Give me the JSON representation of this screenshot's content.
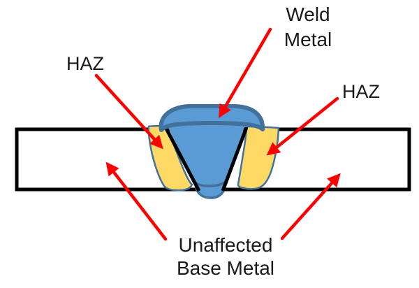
{
  "diagram": {
    "labels": {
      "haz_left": "HAZ",
      "haz_right": "HAZ",
      "weld_metal_line1": "Weld",
      "weld_metal_line2": "Metal",
      "unaffected_line1": "Unaffected",
      "unaffected_line2": "Base Metal"
    },
    "colors": {
      "background": "#ffffff",
      "plate_outline": "#000000",
      "weld_fill": "#5b9bd5",
      "weld_outline": "#41719c",
      "haz_fill": "#ffd966",
      "haz_outline": "#41719c",
      "arrow": "#fe0000",
      "text": "#1a1a1e"
    }
  }
}
